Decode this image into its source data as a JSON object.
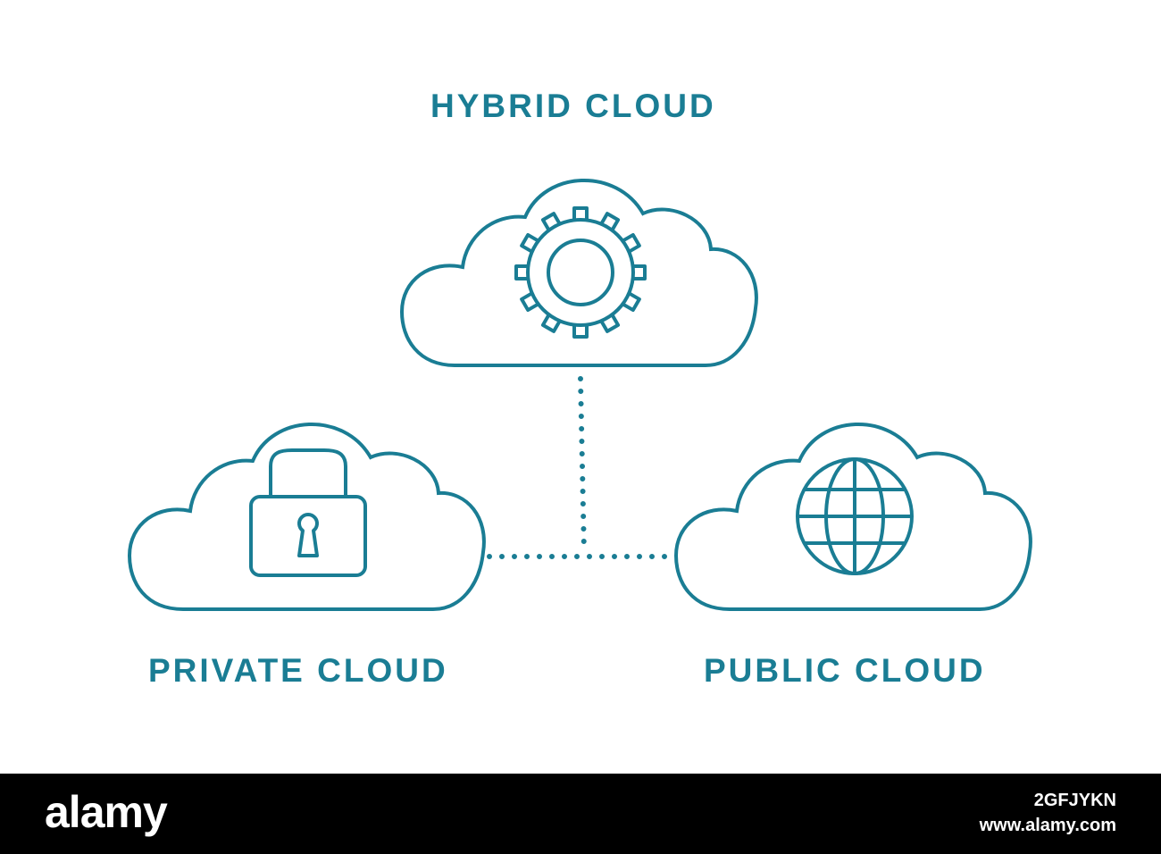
{
  "diagram": {
    "stroke_color": "#1a7d94",
    "nodes": [
      {
        "id": "hybrid",
        "label": "HYBRID CLOUD",
        "icon": "gear-icon"
      },
      {
        "id": "private",
        "label": "PRIVATE CLOUD",
        "icon": "lock-icon"
      },
      {
        "id": "public",
        "label": "PUBLIC CLOUD",
        "icon": "globe-icon"
      }
    ],
    "connectors": [
      {
        "from": "hybrid",
        "to": "private",
        "style": "dotted"
      },
      {
        "from": "hybrid",
        "to": "public",
        "style": "dotted"
      },
      {
        "from": "private",
        "to": "public",
        "style": "dotted"
      }
    ]
  },
  "footer": {
    "logo": "alamy",
    "image_id": "2GFJYKN",
    "site": "www.alamy.com"
  }
}
